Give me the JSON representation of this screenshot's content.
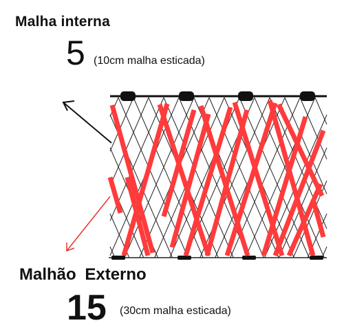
{
  "inner_mesh": {
    "title": "Malha interna",
    "number": "5",
    "description": "(10cm malha esticada)"
  },
  "outer_mesh": {
    "title": "Malhão  Externo",
    "number": "15",
    "description": "(30cm malha esticada)"
  },
  "colors": {
    "text": "#111111",
    "inner_net": "#222222",
    "outer_net": "#ff3b3b",
    "outer_arrow": "#e8372c",
    "float": "#111111"
  }
}
